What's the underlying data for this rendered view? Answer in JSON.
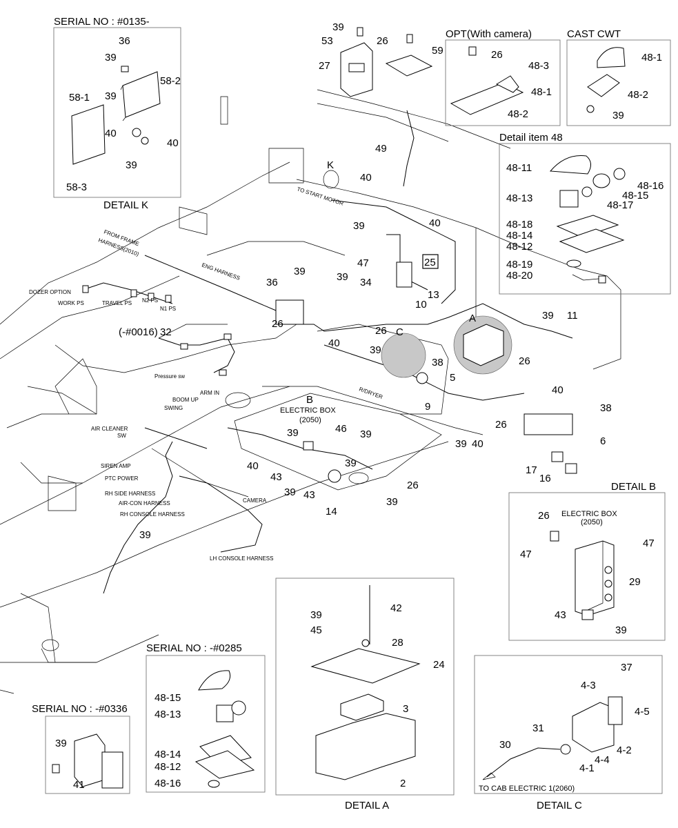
{
  "detail_boxes": {
    "detail_k": {
      "header": "SERIAL NO : #0135-",
      "caption": "DETAIL K",
      "callouts": [
        "36",
        "39",
        "39",
        "58-2",
        "58-1",
        "40",
        "40",
        "39",
        "58-3"
      ]
    },
    "opt_camera": {
      "header": "OPT(With camera)",
      "callouts": [
        "26",
        "48-3",
        "48-1",
        "48-2"
      ]
    },
    "cast_cwt": {
      "header": "CAST CWT",
      "callouts": [
        "48-1",
        "48-2",
        "39"
      ]
    },
    "detail_item_48": {
      "header": "Detail item 48",
      "callouts": [
        "48-11",
        "48-16",
        "48-15",
        "48-13",
        "48-17",
        "48-18",
        "48-14",
        "48-12",
        "48-19",
        "48-20"
      ]
    },
    "detail_b": {
      "caption": "DETAIL B",
      "title_line1": "ELECTRIC BOX",
      "title_line2": "(2050)",
      "callouts": [
        "26",
        "47",
        "47",
        "29",
        "43",
        "39"
      ]
    },
    "serial_0285": {
      "header": "SERIAL NO : -#0285",
      "callouts": [
        "48-15",
        "48-13",
        "48-14",
        "48-12",
        "48-16"
      ]
    },
    "serial_0336": {
      "header": "SERIAL NO : -#0336",
      "callouts": [
        "39",
        "41"
      ]
    },
    "detail_a": {
      "caption": "DETAIL A",
      "callouts": [
        "42",
        "39",
        "45",
        "28",
        "24",
        "3",
        "2"
      ]
    },
    "detail_c": {
      "caption": "DETAIL C",
      "note": "TO CAB ELECTRIC 1(2060)",
      "callouts": [
        "37",
        "4-3",
        "4-5",
        "31",
        "30",
        "4-2",
        "4-4",
        "4-1"
      ]
    }
  },
  "main": {
    "top_callouts": [
      "39",
      "26",
      "53",
      "59",
      "27",
      "49",
      "K",
      "40",
      "40",
      "39",
      "47",
      "25",
      "34",
      "39",
      "36",
      "39",
      "26",
      "10",
      "13",
      "26",
      "40",
      "39",
      "A",
      "C",
      "39",
      "11",
      "38",
      "26",
      "5",
      "40",
      "9",
      "38",
      "39",
      "40",
      "26",
      "6",
      "17",
      "16",
      "40",
      "43",
      "39",
      "46",
      "B",
      "39",
      "39",
      "43",
      "26",
      "14",
      "39",
      "39",
      "32"
    ],
    "harness_labels": {
      "to_start_motor": "TO START MOTOR",
      "from_frame": "FROM FRAME",
      "harness_2010": "HARNESS(2010)",
      "eng_harness": "ENG HARNESS",
      "dozer_option": "DOZER OPTION",
      "work_ps": "WORK PS",
      "travel_ps": "TRAVEL PS",
      "n2_ps": "N2 PS",
      "n1_ps": "N1 PS",
      "serial_0016": "(-#0016)",
      "pressure_sw": "Pressure sw",
      "boom_up": "BOOM UP",
      "swing": "SWING",
      "arm_in": "ARM IN",
      "air_cleaner": "AIR CLEANER",
      "sw": "SW",
      "siren_amp": "SIREN AMP",
      "ptc_power": "PTC POWER",
      "rh_side_harness": "RH SIDE HARNESS",
      "air_con_harness": "AIR-CON HARNESS",
      "rh_console_harness": "RH CONSOLE HARNESS",
      "camera": "CAMERA",
      "lh_console_harness": "LH CONSOLE HARNESS",
      "r_dryer": "R/DRYER",
      "electric_box": "ELECTRIC BOX",
      "electric_box_no": "(2050)"
    }
  },
  "colors": {
    "line": "#000000",
    "frame": "#777777",
    "shade": "#c8c8c8"
  }
}
